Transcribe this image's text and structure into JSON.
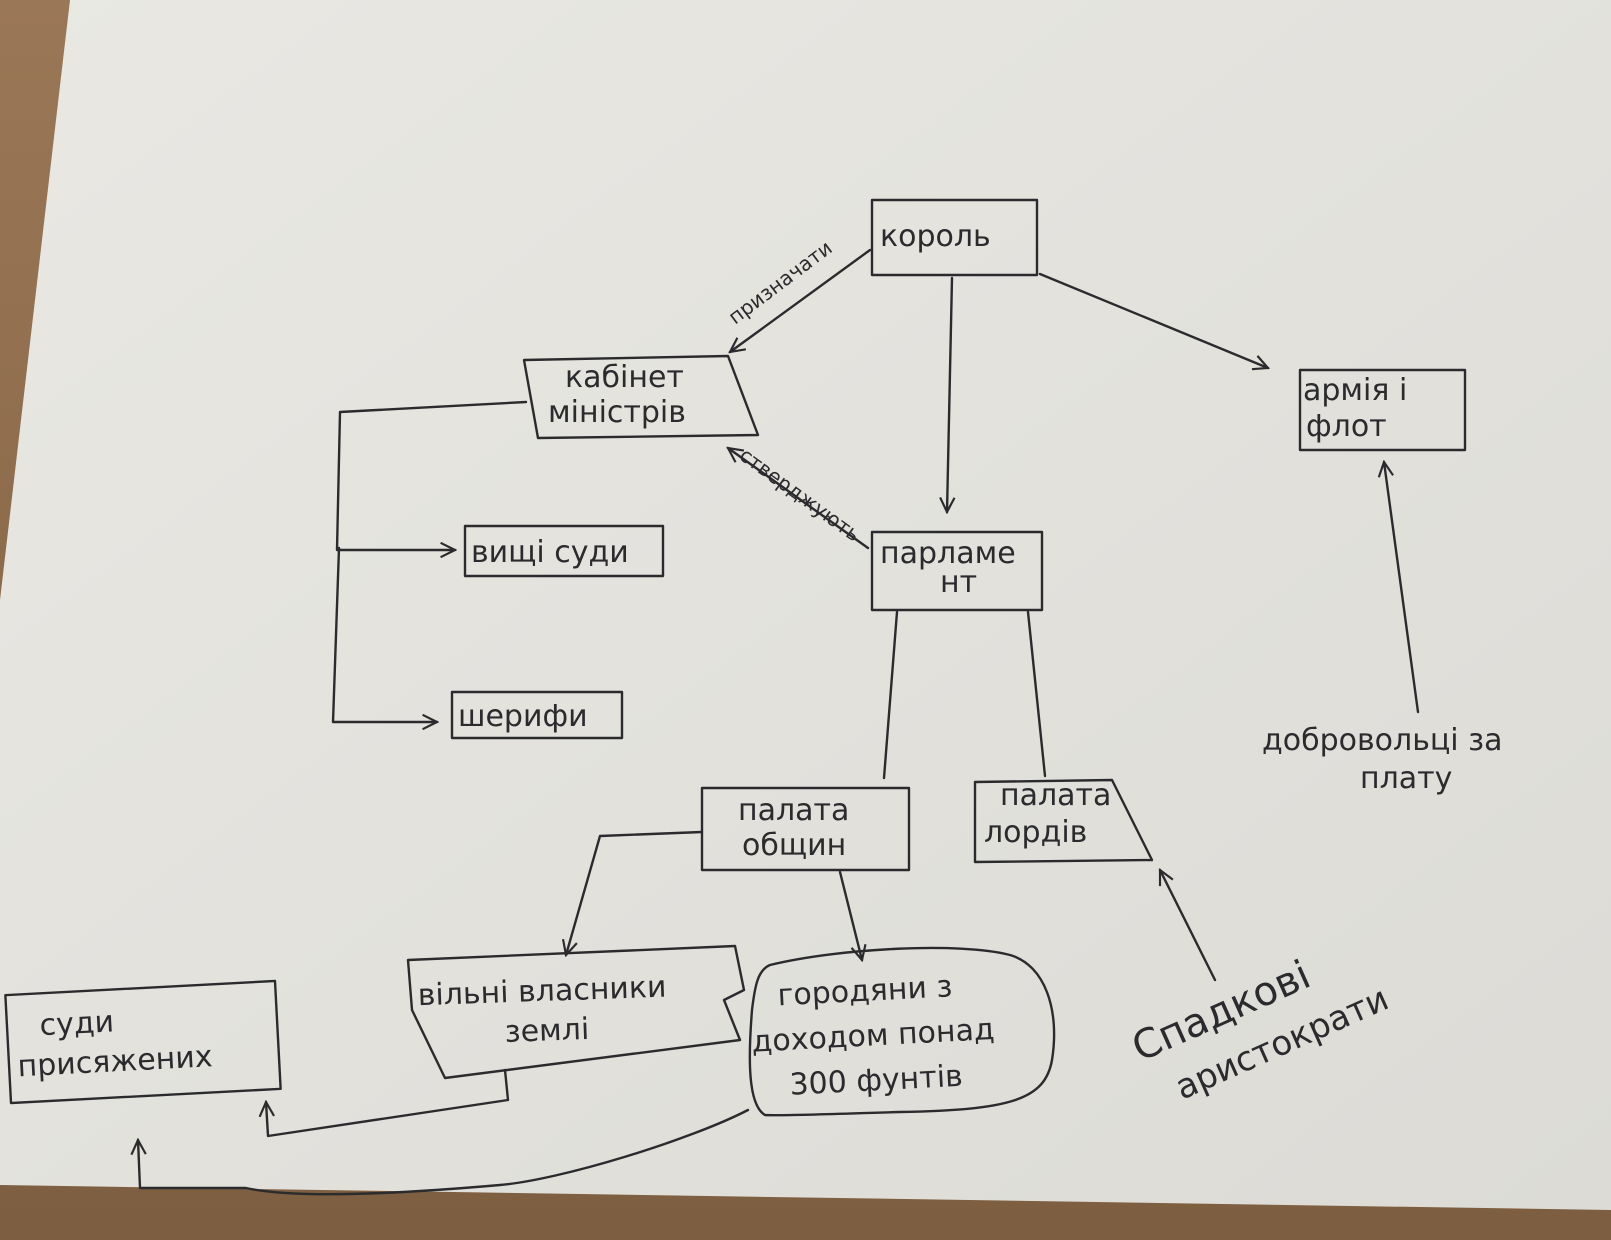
{
  "nodes": {
    "king": "король",
    "cabinet_line1": "кабінет",
    "cabinet_line2": "міністрів",
    "army_line1": "армія і",
    "army_line2": "флот",
    "high_courts": "вищі суди",
    "sheriffs": "шерифи",
    "parliament_line1": "парламе",
    "parliament_line2": "нт",
    "commons_line1": "палата",
    "commons_line2": "общин",
    "lords_line1": "палата",
    "lords_line2": "лордів",
    "jury_line1": "суди",
    "jury_line2": "присяжених",
    "landowners_line1": "вільні власники",
    "landowners_line2": "землі",
    "townsmen_line1": "городяни з",
    "townsmen_line2": "доходом понад",
    "townsmen_line3": "300 фунтів"
  },
  "edge_labels": {
    "appoints": "призначати",
    "approves": "стверджують"
  },
  "free_labels": {
    "volunteers_line1": "добровольці за",
    "volunteers_line2": "плату",
    "hereditary_line1": "Спадкові",
    "hereditary_line2": "аристократи"
  },
  "colors": {
    "ink": "#2b2b2e",
    "paper": "#e6e5e0"
  }
}
